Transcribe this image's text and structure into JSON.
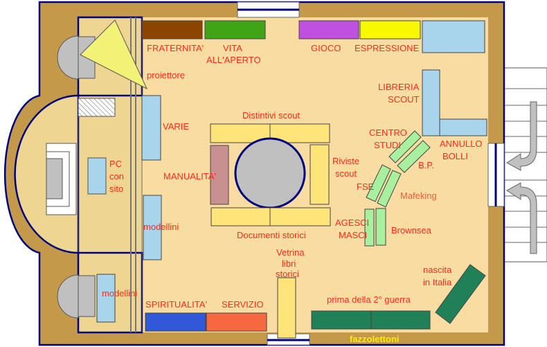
{
  "title": "Floor plan of scout museum exhibition room",
  "colors": {
    "wall": "#c49a4a",
    "floor": "#f8dca2",
    "annex": "#eed692",
    "outline": "#000080",
    "label": "#ff2a1a"
  },
  "labels": {
    "fraternita": "FRATERNITA'",
    "vita1": "VITA",
    "vita2": "ALL'APERTO",
    "gioco": "GIOCO",
    "espressione": "ESPRESSIONE",
    "proiettore": "proiettore",
    "varie": "VARIE",
    "pc1": "PC",
    "pc2": "con",
    "pc3": "sito",
    "distintivi": "Distintivi scout",
    "manualita": "MANUALITA'",
    "riviste1": "Riviste",
    "riviste2": "scout",
    "documenti": "Documenti storici",
    "modellini1": "modellini",
    "modellini2": "modellini",
    "libreria1": "LIBRERIA",
    "libreria2": "SCOUT",
    "annullo1": "ANNULLO",
    "annullo2": "BOLLI",
    "centro1": "CENTRO",
    "centro2": "STUDI",
    "bp": "B.P.",
    "fse": "FSE",
    "mafeking": "Mafeking",
    "agesci1": "AGESCI",
    "agesci2": "MASCI",
    "brownsea": "Brownsea",
    "vetrina1": "Vetrina",
    "vetrina2": "libri",
    "vetrina3": "storici",
    "spiritualita": "SPIRITUALITA'",
    "servizio": "SERVIZIO",
    "prima": "prima della 2° guerra",
    "nascita1": "nascita",
    "nascita2": "in Italia",
    "fazzolettoni": "fazzolettoni"
  }
}
